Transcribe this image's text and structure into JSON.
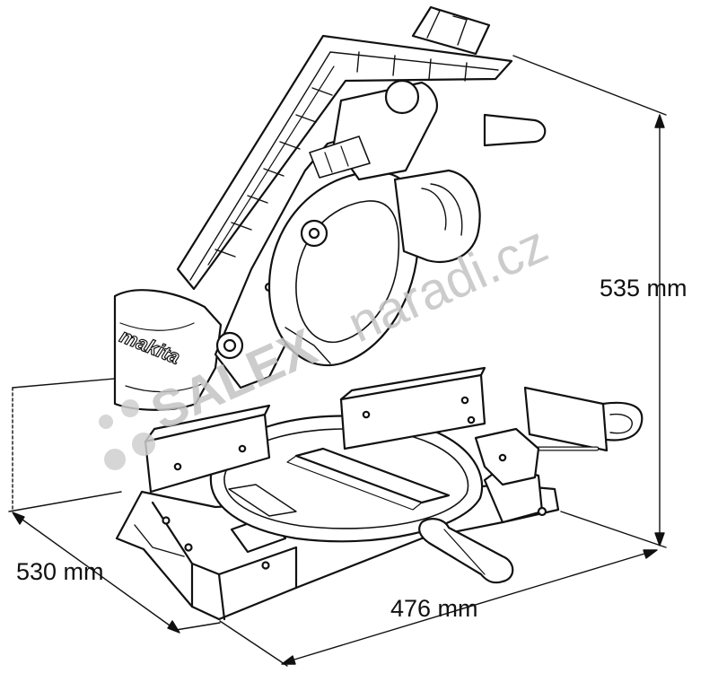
{
  "dimensions": {
    "height_label": "535 mm",
    "depth_label": "530 mm",
    "width_label": "476 mm"
  },
  "brand": {
    "logo_text": "makita"
  },
  "watermark": {
    "text_bold": "SALEX",
    "text_rest": "naradi.cz"
  },
  "colors": {
    "line": "#111111",
    "fill": "#ffffff",
    "watermark": "#c8c8c8"
  }
}
